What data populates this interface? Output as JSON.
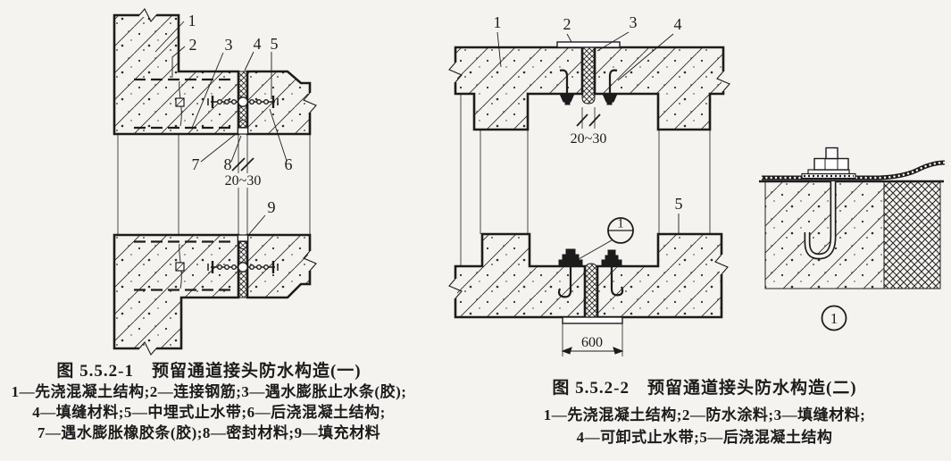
{
  "page": {
    "background": "#f4f3ef",
    "ink": "#1c1c1c"
  },
  "fig1": {
    "title": "图 5.5.2-1　预留通道接头防水构造(一)",
    "legend_lines": [
      "1—先浇混凝土结构;2—连接钢筋;3—遇水膨胀止水条(胶);",
      "4—填缝材料;5—中埋式止水带;6—后浇混凝土结构;",
      "7—遇水膨胀橡胶条(胶);8—密封材料;9—填充材料"
    ],
    "callouts": {
      "n1": "1",
      "n2": "2",
      "n3": "3",
      "n4": "4",
      "n5": "5",
      "n6": "6",
      "n7": "7",
      "n8": "8",
      "n9": "9"
    },
    "dim_joint_width": "20~30"
  },
  "fig2": {
    "title": "图 5.5.2-2　预留通道接头防水构造(二)",
    "legend_lines": [
      "1—先浇混凝土结构;2—防水涂料;3—填缝材料;",
      "4—可卸式止水带;5—后浇混凝土结构"
    ],
    "callouts": {
      "n1": "1",
      "n2": "2",
      "n3": "3",
      "n4": "4",
      "n5": "5"
    },
    "dim_joint_width": "20~30",
    "dim_plate_width": "600",
    "detail_bubble": "1"
  },
  "detail1": {
    "marker": "1"
  }
}
